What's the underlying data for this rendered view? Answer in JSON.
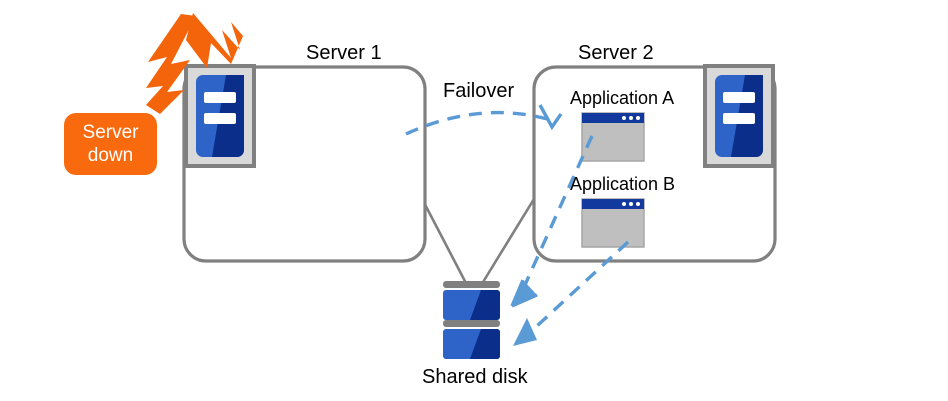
{
  "diagram": {
    "title_server1": "Server 1",
    "title_server2": "Server 2",
    "failover_label": "Failover",
    "shared_disk_label": "Shared disk",
    "status_badge": {
      "line1": "Server",
      "line2": "down"
    },
    "applications": [
      {
        "label": "Application A"
      },
      {
        "label": "Application B"
      }
    ],
    "colors": {
      "box_border": "#808080",
      "box_fill": "#ffffff",
      "accent_blue": "#2e63c8",
      "deep_blue": "#0b2e8a",
      "arrow_blue": "#5b9bd5",
      "alert_orange": "#f96a0f",
      "icon_frame": "#808080",
      "icon_fill": "#d9d9d9",
      "window_bar": "#123a9e",
      "window_body": "#bfbfbf",
      "disk_bar": "#808080",
      "text": "#000000"
    }
  }
}
